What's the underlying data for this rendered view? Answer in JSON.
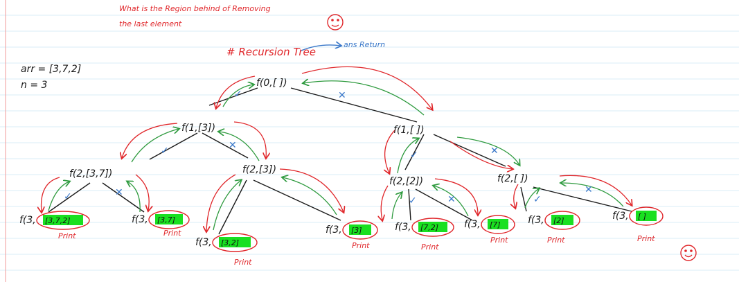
{
  "colors": {
    "paper": "#ffffff",
    "rule_line": "#d9ecf7",
    "margin_line": "#f29a9a",
    "ink_black": "#1a1a1a",
    "ink_red": "#e0262a",
    "ink_green": "#2e9a3e",
    "ink_blue": "#3a78c9",
    "highlight": "#19e021"
  },
  "question": {
    "line1": "What is the Region behind of Removing",
    "line2": "the last element"
  },
  "given": {
    "arr": "arr = [3,7,2]",
    "n": "n = 3"
  },
  "title": {
    "text": "# Recursion Tree",
    "annotation": "ans Return"
  },
  "tree": {
    "root": "f(0,[ ])",
    "a": "f(1,[3])",
    "b": "f(1,[ ])",
    "aa": "f(2,[3,7])",
    "ab": "f(2,[3])",
    "ba": "f(2,[2])",
    "bb": "f(2,[ ])"
  },
  "leaves": [
    {
      "call": "f(3,",
      "subset": "[3,7,2]",
      "label": "Print"
    },
    {
      "call": "f(3,",
      "subset": "[3,7]",
      "label": "Print"
    },
    {
      "call": "f(3,",
      "subset": "[3,2]",
      "label": "Print"
    },
    {
      "call": "f(3,",
      "subset": "[3]",
      "label": "Print"
    },
    {
      "call": "f(3,",
      "subset": "[7,2]",
      "label": "Print"
    },
    {
      "call": "f(3,",
      "subset": "[7]",
      "label": "Print"
    },
    {
      "call": "f(3,",
      "subset": "[2]",
      "label": "Print"
    },
    {
      "call": "f(3,",
      "subset": "[ ]",
      "label": "Print"
    }
  ],
  "marks": {
    "take": "✓",
    "not_take": "✕"
  },
  "icons": [
    "smiley-icon"
  ]
}
